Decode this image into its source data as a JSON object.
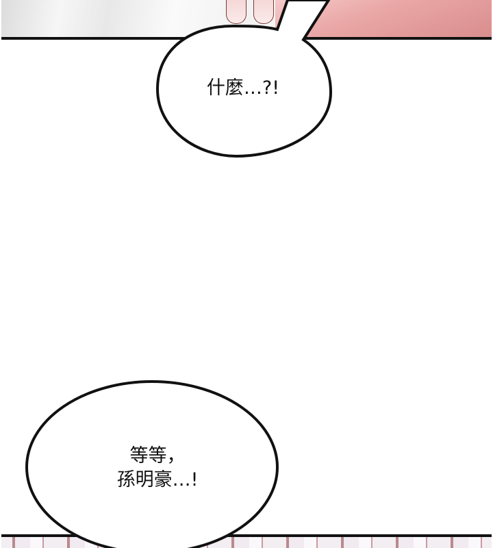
{
  "comic": {
    "panels": [
      {
        "id": "top-panel",
        "description": "partial art panel: light gray background with pink shapes"
      },
      {
        "id": "bottom-panel",
        "description": "partial art panel: pinkish striped pattern"
      }
    ],
    "speech_bubbles": [
      {
        "id": "bubble-1",
        "lines": [
          "什麼…?!"
        ]
      },
      {
        "id": "bubble-2",
        "lines": [
          "等等，",
          "孫明豪…!"
        ]
      }
    ],
    "colors": {
      "border": "#111111",
      "pink_art": "#e3a3a3",
      "background": "#ffffff"
    }
  }
}
